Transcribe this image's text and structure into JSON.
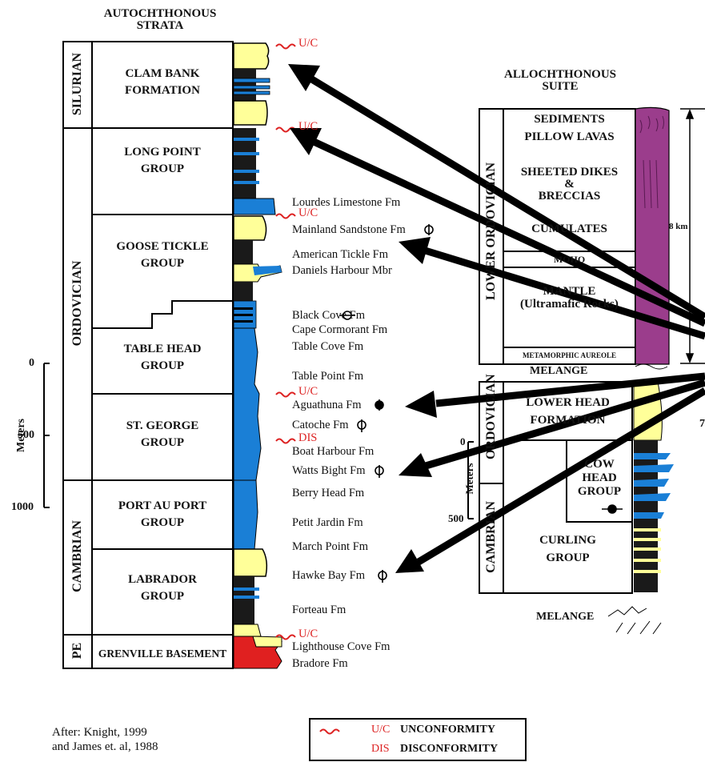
{
  "autochthonous": {
    "title": "AUTOCHTHONOUS\nSTRATA",
    "periods": {
      "silurian": "SILURIAN",
      "ordovician": "ORDOVICIAN",
      "cambrian": "CAMBRIAN",
      "pe": "PE"
    },
    "units": {
      "clam_bank": "CLAM BANK\nFORMATION",
      "long_point": "LONG POINT\nGROUP",
      "goose_tickle": "GOOSE TICKLE\nGROUP",
      "table_head": "TABLE HEAD\nGROUP",
      "st_george": "ST. GEORGE\nGROUP",
      "port_au_port": "PORT AU PORT\nGROUP",
      "labrador": "LABRADOR\nGROUP",
      "grenville": "GRENVILLE BASEMENT"
    },
    "scale": {
      "label": "Meters",
      "ticks": [
        "0",
        "500",
        "1000"
      ]
    },
    "formations": {
      "lourdes": "Lourdes Limestone Fm",
      "mainland": "Mainland Sandstone Fm",
      "american": "American Tickle Fm",
      "daniels": "Daniels Harbour Mbr",
      "black_cove": "Black Cove Fm",
      "cape_cormorant": "Cape Cormorant Fm",
      "table_cove": "Table Cove Fm",
      "table_point": "Table Point Fm",
      "aguathuna": "Aguathuna Fm",
      "catoche": "Catoche Fm",
      "boat_harbour": "Boat Harbour Fm",
      "watts_bight": "Watts Bight Fm",
      "berry_head": "Berry Head Fm",
      "petit_jardin": "Petit Jardin Fm",
      "march_point": "March Point Fm",
      "hawke_bay": "Hawke Bay Fm",
      "forteau": "Forteau Fm",
      "lighthouse": "Lighthouse Cove Fm",
      "bradore": "Bradore Fm"
    },
    "marks": {
      "uc": "U/C",
      "dis": "DIS"
    }
  },
  "allochthonous": {
    "title": "ALLOCHTHONOUS\nSUITE",
    "period": "LOWER ORDOVICIAN",
    "units": {
      "sediments": "SEDIMENTS",
      "pillow": "PILLOW LAVAS",
      "sheeted": "SHEETED DIKES\n&\nBRECCIAS",
      "cumulates": "CUMULATES",
      "moho": "MOHO",
      "mantle": "MANTLE\n(Ultramafic Rocks)",
      "aureole": "METAMORPHIC AUREOLE"
    },
    "thickness": "8 km",
    "melange_top": "MELANGE",
    "melange_bottom": "MELANGE",
    "lower_ord": "ORDOVICIAN",
    "lower_camb": "CAMBRIAN",
    "lower_head": "LOWER HEAD\nFORMATION",
    "cow_head": "COW\nHEAD\nGROUP",
    "curling": "CURLING\nGROUP",
    "scale": {
      "label": "Meters",
      "ticks": [
        "0",
        "500"
      ]
    },
    "seven": "7"
  },
  "source": "After: Knight, 1999\nand James et. al, 1988",
  "legend": {
    "uc_code": "U/C",
    "uc_name": "UNCONFORMITY",
    "dis_code": "DIS",
    "dis_name": "DISCONFORMITY"
  },
  "colors": {
    "sand": "#ffff99",
    "limestone": "#1a7fd6",
    "shale": "#1a1a1a",
    "basement": "#e02020",
    "ophiolite": "#9b3d8c",
    "red": "#dd2222"
  }
}
